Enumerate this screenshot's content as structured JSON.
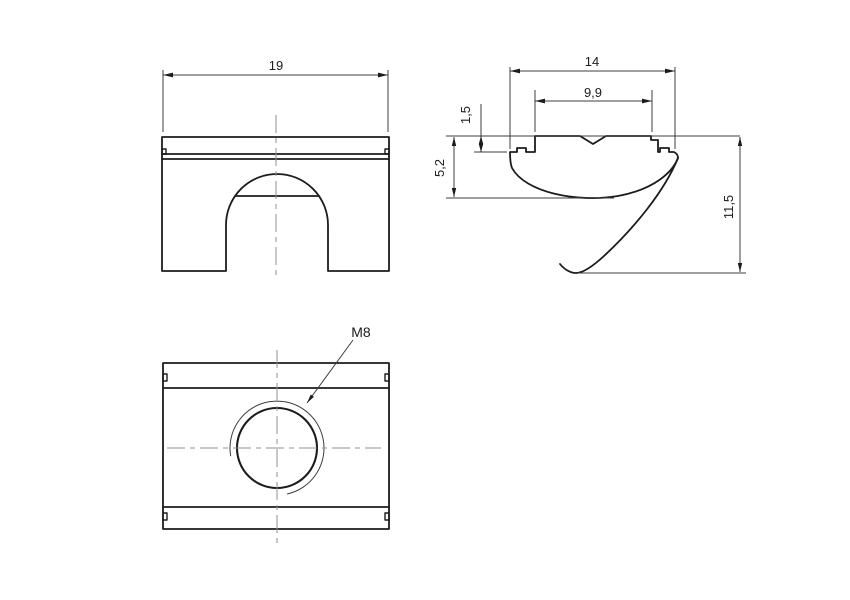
{
  "drawing": {
    "dimensions": {
      "front_width": "19",
      "flange_width": "14",
      "neck_width": "9,9",
      "lip_height": "1,5",
      "body_height": "5,2",
      "overall_height": "11,5"
    },
    "thread": {
      "label": "M8"
    },
    "colors": {
      "outline": "#1c1c1c",
      "thin_line": "#3c3c3c",
      "centerline": "#929292",
      "background": "#ffffff"
    }
  }
}
